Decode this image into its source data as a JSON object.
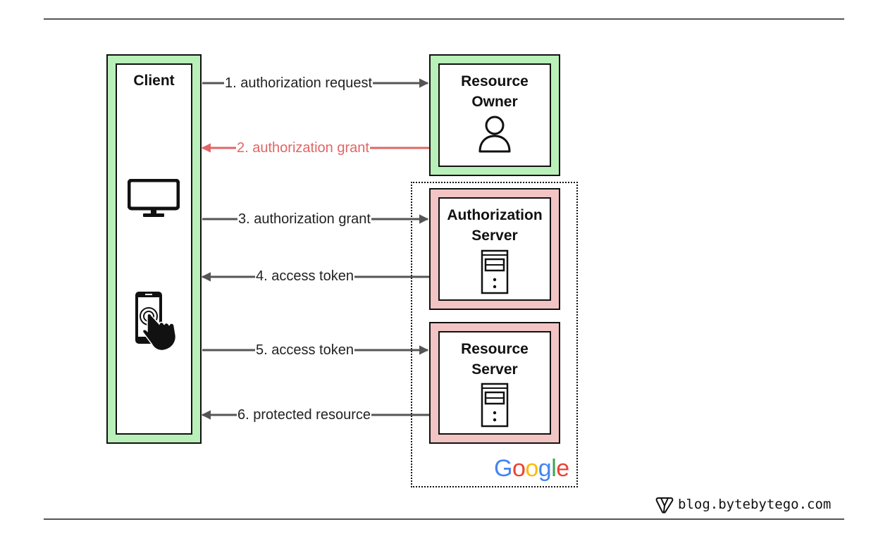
{
  "nodes": {
    "client": {
      "label": "Client"
    },
    "resource_owner": {
      "label_lines": [
        "Resource",
        "Owner"
      ]
    },
    "authorization_server": {
      "label_lines": [
        "Authorization",
        "Server"
      ]
    },
    "resource_server": {
      "label_lines": [
        "Resource",
        "Server"
      ]
    }
  },
  "steps": [
    {
      "label": "1. authorization request",
      "direction": "client-to-resource-owner",
      "color": "#555555"
    },
    {
      "label": "2. authorization grant",
      "direction": "resource-owner-to-client",
      "color": "#e06666"
    },
    {
      "label": "3. authorization grant",
      "direction": "client-to-authorization-server",
      "color": "#555555"
    },
    {
      "label": "4. access token",
      "direction": "authorization-server-to-client",
      "color": "#555555"
    },
    {
      "label": "5. access token",
      "direction": "client-to-resource-server",
      "color": "#555555"
    },
    {
      "label": "6. protected resource",
      "direction": "resource-server-to-client",
      "color": "#555555"
    }
  ],
  "group": {
    "brand": "Google",
    "brand_colors": [
      "#4285F4",
      "#EA4335",
      "#FBBC05",
      "#4285F4",
      "#34A853",
      "#EA4335"
    ]
  },
  "footer": {
    "site": "blog.bytebytego.com"
  },
  "colors": {
    "client_frame": "#b9f0b9",
    "server_frame": "#f2c4c4",
    "arrow": "#555555",
    "highlight": "#e06666"
  },
  "icons": {
    "client": [
      "monitor-icon",
      "phone-tap-icon"
    ],
    "owner": "user-icon",
    "server": "server-icon",
    "footer": "bytebytego-logo-icon"
  }
}
